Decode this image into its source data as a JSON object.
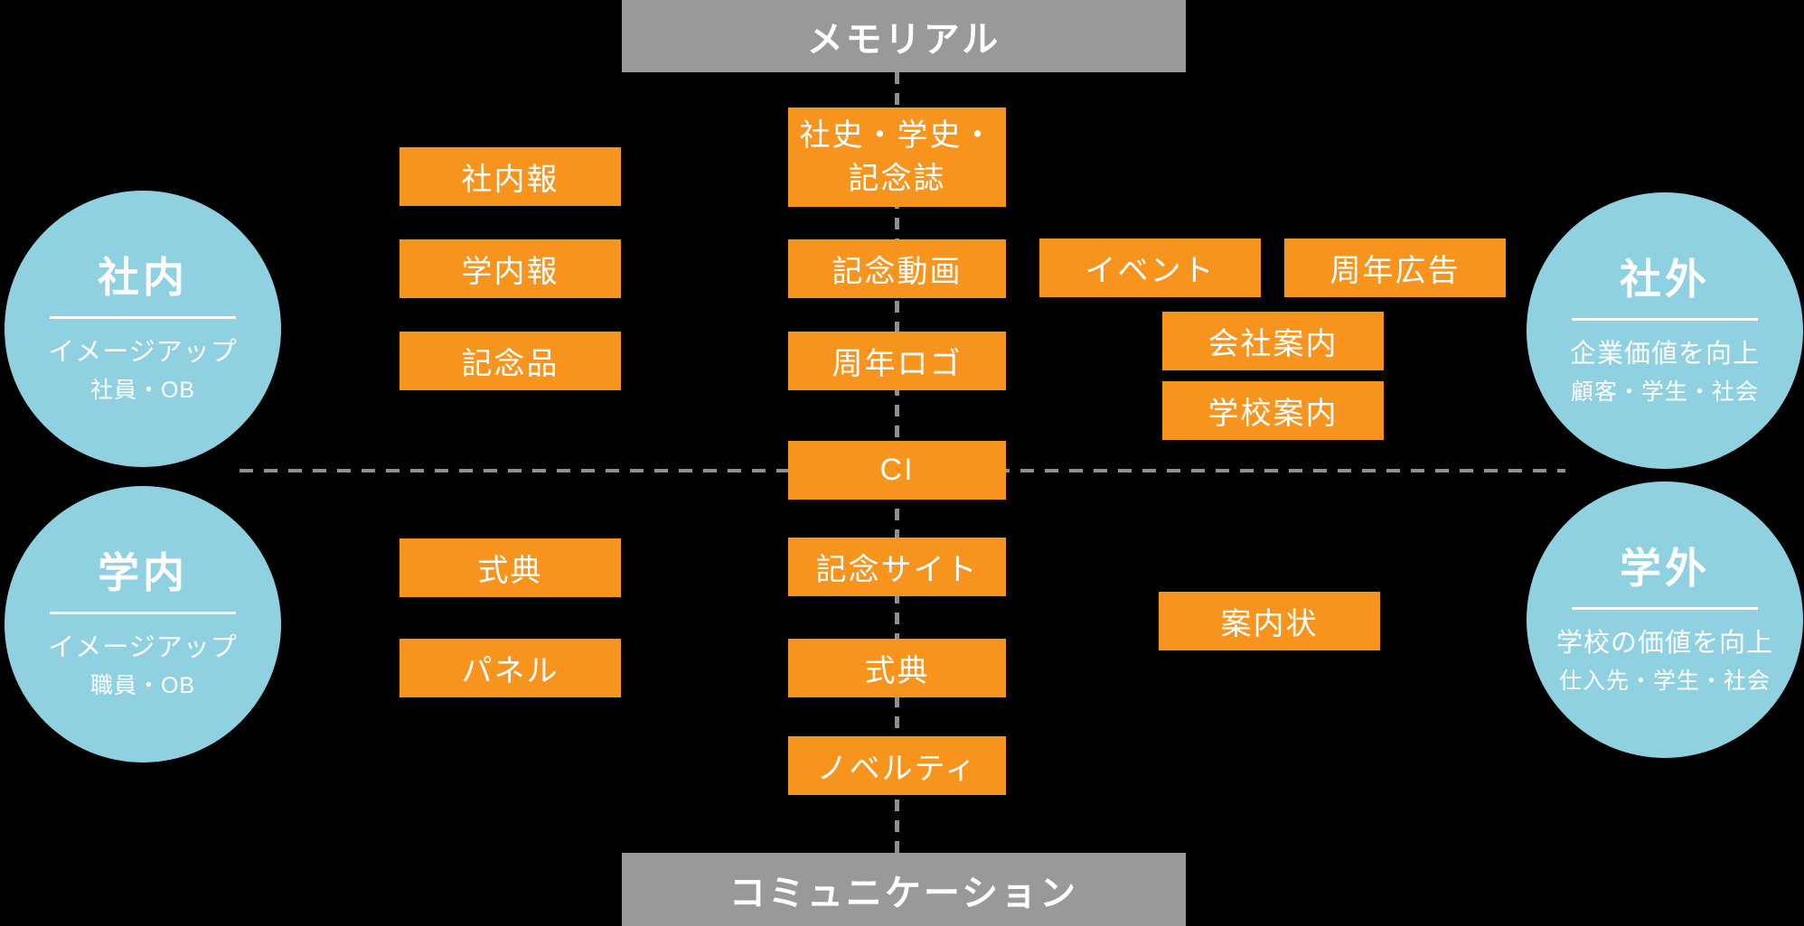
{
  "colors": {
    "orange": "#F7941E",
    "light_blue": "#8FD1E1",
    "banner_gray": "#999999",
    "dash_gray": "#8F8F8F",
    "text_white": "#FFFFFF",
    "bg": "#000000"
  },
  "banners": {
    "top": "メモリアル",
    "bottom": "コミュニケーション"
  },
  "circles": [
    {
      "title": "社内",
      "subtitle": "イメージアップ",
      "audience": "社員・OB"
    },
    {
      "title": "学内",
      "subtitle": "イメージアップ",
      "audience": "職員・OB"
    },
    {
      "title": "社外",
      "subtitle": "企業価値を向上",
      "audience": "顧客・学生・社会"
    },
    {
      "title": "学外",
      "subtitle": "学校の価値を向上",
      "audience": "仕入先・学生・社会"
    }
  ],
  "nodes": {
    "history_book": {
      "line1": "社史・学史・",
      "line2": "記念誌"
    },
    "company_newsletter": "社内報",
    "school_newsletter": "学内報",
    "commemorative_gift": "記念品",
    "memorial_video": "記念動画",
    "anniversary_logo": "周年ロゴ",
    "ci": "CI",
    "event": "イベント",
    "anniversary_ad": "周年広告",
    "company_guide": "会社案内",
    "school_guide": "学校案内",
    "memorial_site": "記念サイト",
    "ceremony_left": "式典",
    "panel": "パネル",
    "ceremony_center": "式典",
    "novelty": "ノベルティ",
    "invitation": "案内状"
  }
}
